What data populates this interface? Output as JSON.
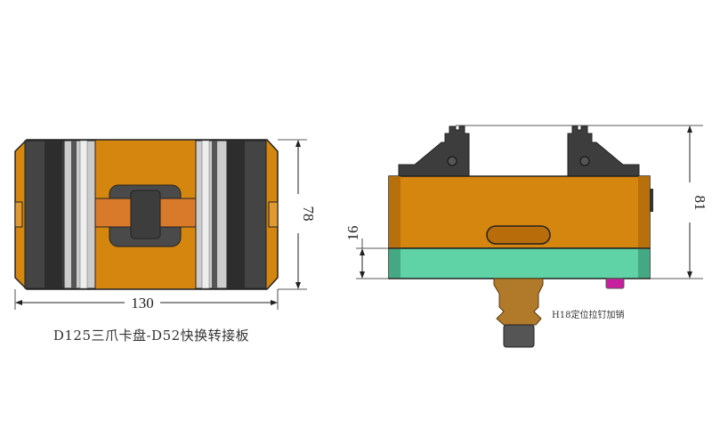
{
  "top_view": {
    "caption": "D125三爪卡盘-D52快换转接板",
    "dim_width": "130",
    "dim_height": "78"
  },
  "side_view": {
    "dim_total_height": "81",
    "dim_plate_height": "16",
    "pin_note": "H18定位拉钉加销"
  },
  "colors": {
    "body": "#d4860f",
    "jaw": "#3a3a3a",
    "plate": "#5fd3a6",
    "stud": "#b07a2a",
    "pin": "#c81fa0"
  }
}
